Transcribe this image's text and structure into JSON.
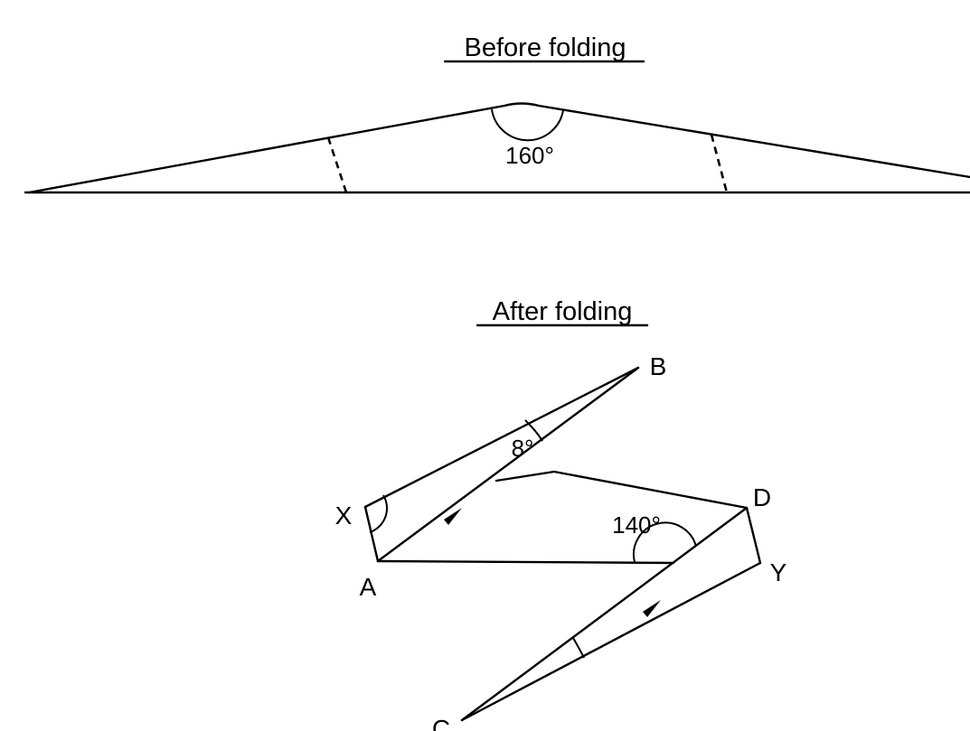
{
  "titles": {
    "before": "Before folding",
    "after": "After folding"
  },
  "angles": {
    "before_apex": "160°",
    "after_top": "8°",
    "after_right": "140°"
  },
  "points": {
    "A": "A",
    "B": "B",
    "C": "C",
    "D": "D",
    "X": "X",
    "Y": "Y"
  }
}
